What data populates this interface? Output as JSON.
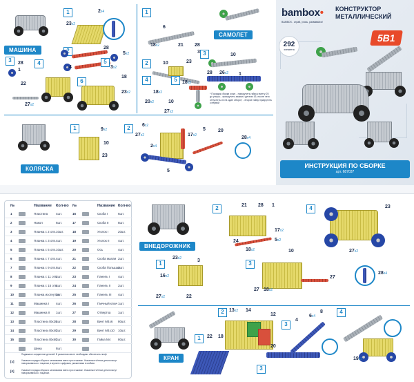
{
  "brand": {
    "logo": "bambox",
    "tagline": "BAMBOX - играй, учись, развивайся!"
  },
  "cover": {
    "title_line1": "КОНСТРУКТОР",
    "title_line2": "МЕТАЛЛИЧЕСКИЙ",
    "models_badge": "5В1",
    "parts_count": "292",
    "parts_label": "элемента",
    "instruction": "ИНСТРУКЦИЯ ПО СБОРКЕ",
    "article": "арт. 687037"
  },
  "sections": {
    "car": "МАШИНА",
    "plane": "САМОЛЕТ",
    "stroller": "КОЛЯСКА",
    "jeep": "ВНЕДОРОЖНИК",
    "crane": "КРАН"
  },
  "plane_note": "* Порядок сборки узла: - прикрутить гайку к винту 25 до упора; - прикрутить зажим к детали 16, после чего отпустить их на один оборот; - второе гайку прикрутить к первой",
  "table": {
    "headers": [
      "№",
      "Название",
      "Кол-во",
      "№",
      "Название",
      "Кол-во"
    ],
    "rows": [
      [
        "1",
        "Пластина",
        "4шт.",
        "16",
        "Скоба I",
        "6шт."
      ],
      [
        "2",
        "Накол",
        "6шт.",
        "17",
        "Скоба II",
        "8шт."
      ],
      [
        "3",
        "Планка с 2 отв.",
        "10шт.",
        "18",
        "Уголок I",
        "20шт."
      ],
      [
        "4",
        "Планка с 3 отв.",
        "4шт.",
        "19",
        "Уголок II",
        "4шт."
      ],
      [
        "5",
        "Планка с 5 отв.",
        "10шт.",
        "20",
        "Ось",
        "4шт."
      ],
      [
        "6",
        "Планка с 7 отв.",
        "4шт.",
        "21",
        "Скоба малая",
        "2шт."
      ],
      [
        "7",
        "Планка с 9 отв.",
        "8шт.",
        "22",
        "Скоба большая",
        "2шт."
      ],
      [
        "8",
        "Планка с 11 отв.",
        "2шт.",
        "23",
        "Панель I",
        "4шт."
      ],
      [
        "9",
        "Планка с 15 отв.",
        "4шт.",
        "24",
        "Панель II",
        "2шт."
      ],
      [
        "10",
        "Планка изогнутая",
        "2шт.",
        "25",
        "Панель III",
        "4шт."
      ],
      [
        "11",
        "Машинка I",
        "4шт.",
        "26",
        "Гаечный ключ",
        "1шт."
      ],
      [
        "12",
        "Машинка II",
        "1шт.",
        "27",
        "Отвертка",
        "1шт."
      ],
      [
        "13",
        "Пластина 40х20",
        "4шт.",
        "28",
        "Винт М4х6",
        "80шт."
      ],
      [
        "14",
        "Пластина 40х40",
        "2шт.",
        "29",
        "Винт М4х10",
        "10шт."
      ],
      [
        "15",
        "Пластина 40х60",
        "2шт.",
        "30",
        "Гайка М4",
        "80шт."
      ],
      [
        "",
        "Шина",
        "8шт.",
        "",
        "",
        ""
      ]
    ],
    "note1": "Подвижное соединение деталей. В указанном месте необходимо обеспечить люфт",
    "note2": "Указание порядка сборки и затягивания винта при стыковке. Указанные чётные детали могут поворачиваться с поцаном, в мульте с цифрами, указанными в скобках.",
    "note3": "Указание порядка сборки и затягивания винта при стыковке. Указанные чётные детали могут поворачиваться с поцаном.",
    "bracket1": "[x]",
    "bracket2": "[0]"
  },
  "colors": {
    "accent": "#1d87c8",
    "navy": "#1b2b4b",
    "yellow": "#e5d96a",
    "blue": "#2c3f8f",
    "red": "#d8503c",
    "green": "#3ea24a"
  }
}
